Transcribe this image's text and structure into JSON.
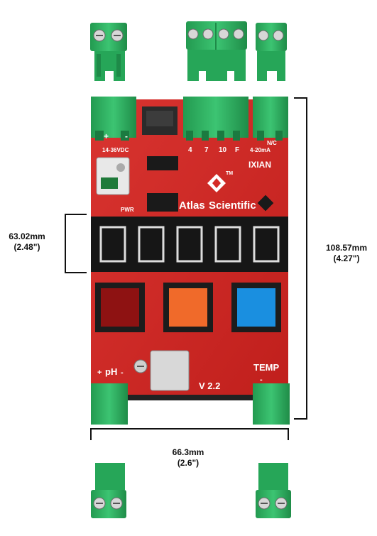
{
  "board": {
    "brand_prefix": "Atlas",
    "brand_suffix": "Scientific",
    "product_logo": "IXIAN",
    "trademark": "TM",
    "version": "V 2.2",
    "power_label": "PWR",
    "voltage_label": "14-36VDC",
    "power_terminal_plus": "+",
    "power_terminal_minus": "-",
    "output_labels": [
      "4",
      "7",
      "10",
      "F"
    ],
    "current_loop_label": "4-20mA",
    "nc_label": "N/C",
    "ph_label": "pH",
    "ph_plus": "+",
    "ph_minus": "-",
    "temp_label": "TEMP",
    "temp_minus": "-",
    "button_colors": [
      "#8e1212",
      "#f06a2a",
      "#1a8fe0"
    ],
    "pcb_color": "#d42a26",
    "terminal_color": "#2fb463"
  },
  "dimensions": {
    "height_mm": "108.57mm",
    "height_in": "(4.27\")",
    "display_mm": "63.02mm",
    "display_in": "(2.48\")",
    "width_mm": "66.3mm",
    "width_in": "(2.6\")"
  }
}
